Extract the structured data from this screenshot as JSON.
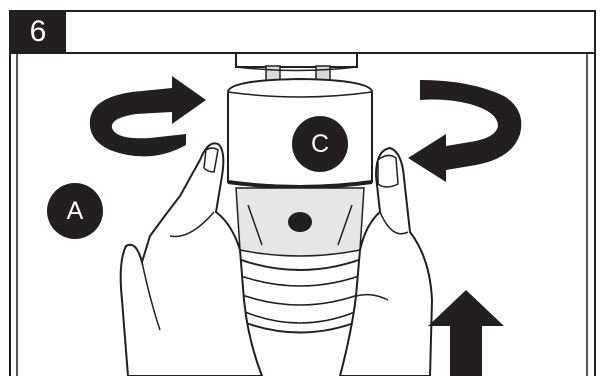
{
  "step": {
    "number": "6"
  },
  "labels": {
    "a": "A",
    "c": "C"
  },
  "colors": {
    "ink": "#231f20",
    "cylinder": "#ffffff",
    "background": "#ffffff"
  },
  "icons": {
    "left_arrow": "rotate-clockwise-arrow-icon",
    "right_arrow": "rotate-counterclockwise-arrow-icon",
    "up_arrow": "push-up-arrow-icon"
  }
}
